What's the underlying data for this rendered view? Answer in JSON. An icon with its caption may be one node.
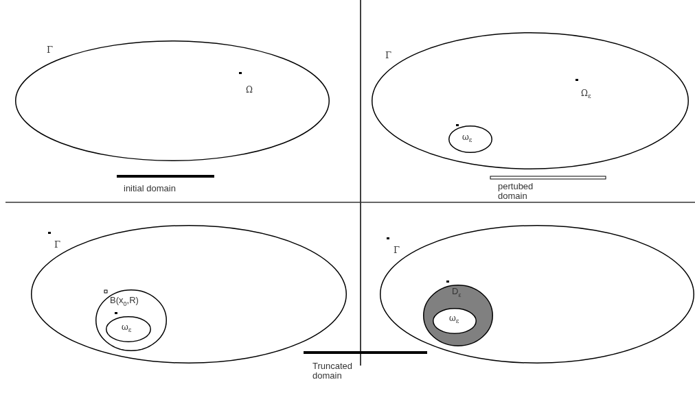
{
  "diagram": {
    "nodes": [
      {
        "text": [
          "Ω"
        ],
        "beside": [
          "Γ"
        ]
      },
      {
        "text": [
          "Ω$_{ε}$"
        ],
        "beside": [
          "Γ"
        ]
      },
      {
        "text": [
          "ω$_{ε}$"
        ],
        "in": 1
      },
      {
        "text": [],
        "shape": "ellipse",
        "beside": [
          "Γ"
        ]
      },
      {
        "text": [
          "B(x$_{0}$,R)"
        ],
        "in": 3
      },
      {
        "text": [
          "ω$_{ε}$"
        ],
        "in": 4
      },
      {
        "text": [],
        "shape": "ellipse",
        "beside": [
          "Γ"
        ]
      },
      {
        "text": [
          "D$_{ε}$"
        ],
        "in": 6
      },
      {
        "text": [
          "ω$_{ε}$"
        ],
        "in": 7
      }
    ],
    "labels": [
      "initial domain",
      "pertubed domain",
      "Truncated domain"
    ]
  }
}
